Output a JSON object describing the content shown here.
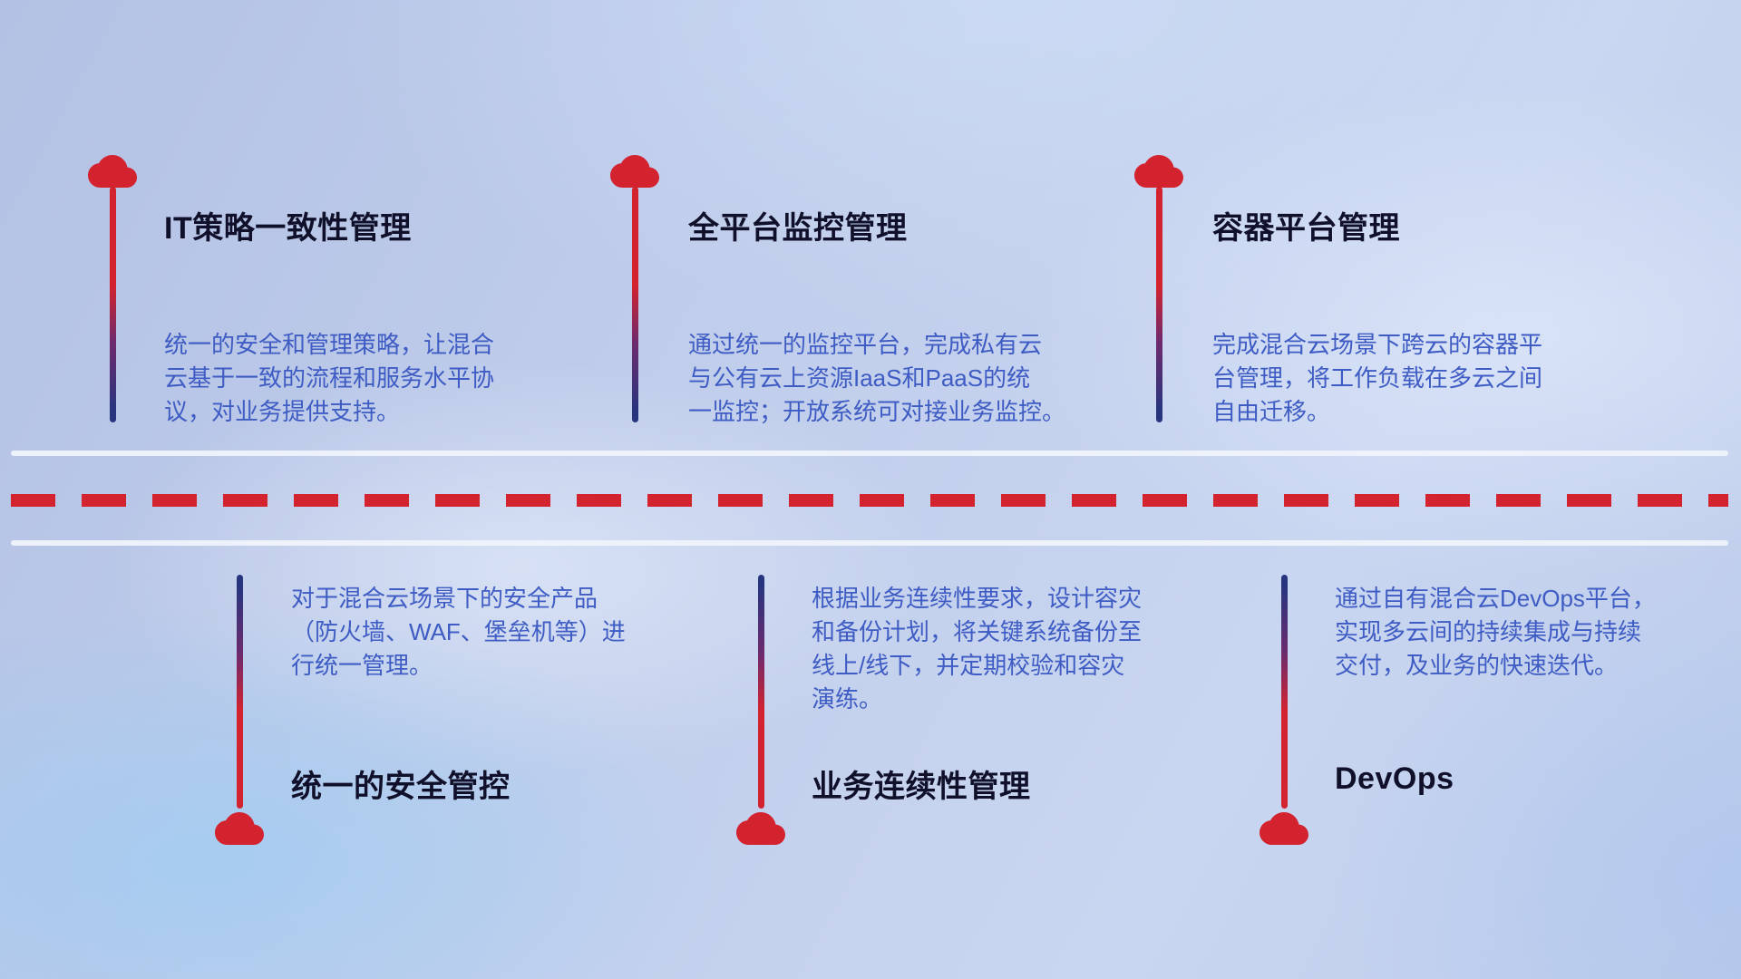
{
  "top_items": [
    {
      "title": "IT策略一致性管理",
      "description": "统一的安全和管理策略，让混合\n云基于一致的流程和服务水平协\n议，对业务提供支持。"
    },
    {
      "title": "全平台监控管理",
      "description": "通过统一的监控平台，完成私有云\n与公有云上资源IaaS和PaaS的统\n一监控；开放系统可对接业务监控。"
    },
    {
      "title": "容器平台管理",
      "description": "完成混合云场景下跨云的容器平\n台管理，将工作负载在多云之间\n自由迁移。"
    }
  ],
  "bottom_items": [
    {
      "title": "统一的安全管控",
      "description": "对于混合云场景下的安全产品\n（防火墙、WAF、堡垒机等）进\n行统一管理。"
    },
    {
      "title": "业务连续性管理",
      "description": "根据业务连续性要求，设计容灾\n和备份计划，将关键系统备份至\n线上/线下，并定期校验和容灾\n演练。"
    },
    {
      "title": "DevOps",
      "description": "通过自有混合云DevOps平台，\n实现多云间的持续集成与持续\n交付，及业务的快速迭代。"
    }
  ],
  "icons": {
    "cloud": "cloud-icon"
  },
  "colors": {
    "red": "#d2232f",
    "navy": "#27357e",
    "title": "#10102a",
    "description": "#3e5cc3",
    "divider": "#f0f4fc"
  }
}
